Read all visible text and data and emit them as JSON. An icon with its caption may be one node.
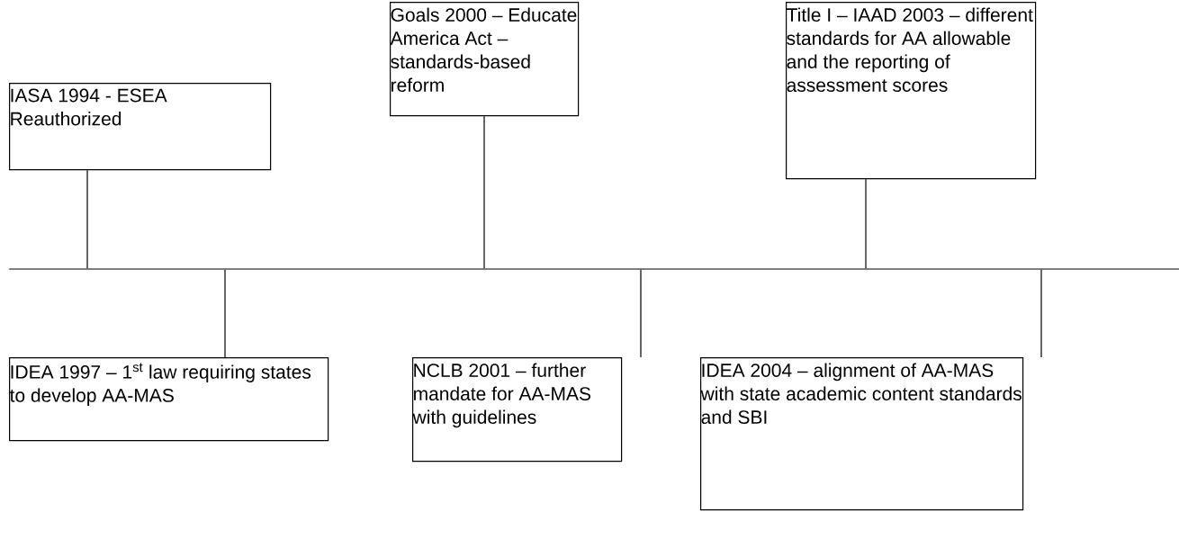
{
  "diagram": {
    "nodes": [
      {
        "text": [
          "IASA 1994 - ESEA Reauthorized"
        ]
      },
      {
        "text": [
          "Goals 2000 – Educate America Act – standards-based reform"
        ]
      },
      {
        "text": [
          "Title I – IAAD 2003 – different standards for AA allowable and the reporting of assessment scores"
        ]
      },
      {
        "text": [
          "IDEA 1997 – 1$^{st}$ law requiring states to develop AA-MAS"
        ]
      },
      {
        "text": [
          "NCLB 2001 – further mandate for AA-MAS with guidelines"
        ]
      },
      {
        "text": [
          "IDEA 2004 – alignment of AA-MAS with state academic content standards and SBI"
        ]
      },
      {
        "text": [],
        "shape": "bar"
      }
    ],
    "edges": [
      {
        "from": 0,
        "to": 6,
        "arrow": "none"
      },
      {
        "from": 1,
        "to": 6,
        "arrow": "none"
      },
      {
        "from": 2,
        "to": 6,
        "arrow": "none"
      },
      {
        "from": 3,
        "to": 6,
        "arrow": "none"
      },
      {
        "from": 4,
        "to": 6,
        "arrow": "none"
      },
      {
        "from": 5,
        "to": 6,
        "arrow": "none"
      }
    ]
  }
}
